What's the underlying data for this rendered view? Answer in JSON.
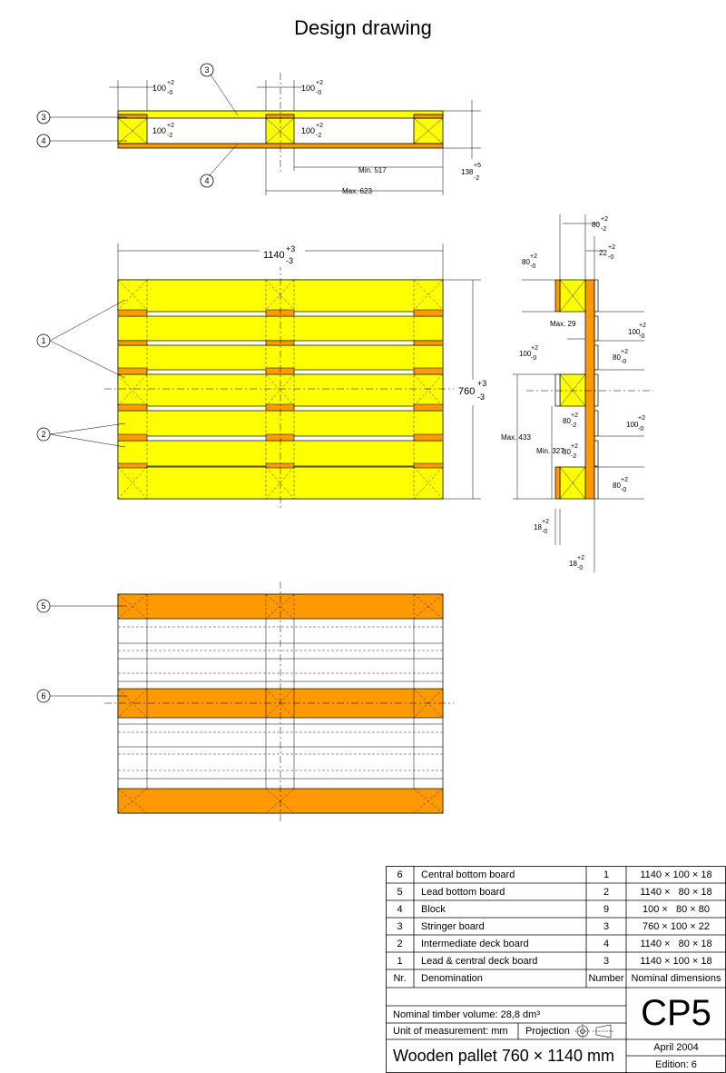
{
  "title": "Design drawing",
  "colors": {
    "deck": "#ffff00",
    "stringer": "#ff9900",
    "bottom": "#ff9900",
    "line": "#000000"
  },
  "callouts": [
    "1",
    "2",
    "3",
    "4",
    "5",
    "6"
  ],
  "side_view": {
    "dims": {
      "top_left": "100",
      "top_mid": "100",
      "mid_left": "100",
      "mid_mid": "100",
      "min517": "Min. 517",
      "max623": "Max. 623",
      "height": "138"
    },
    "tol": {
      "p2": "+2",
      "m0": "-0",
      "m2": "-2",
      "p5": "+5"
    }
  },
  "top_view": {
    "width_dim": "1140",
    "height_dim": "760",
    "tol": {
      "p3": "+3",
      "m3": "-3"
    }
  },
  "section_view": {
    "dims": {
      "a80": "80",
      "a22": "22",
      "a80b": "80",
      "max29": "Max. 29",
      "a100": "100",
      "a100b": "100",
      "a80c": "80",
      "max433": "Max. 433",
      "min327": "Min. 327",
      "a80d": "80",
      "a80e": "80",
      "a100c": "100",
      "a80f": "80",
      "a18": "18",
      "a18b": "18"
    },
    "tol": {
      "p2": "+2",
      "m0": "-0",
      "m2": "-2"
    }
  },
  "parts_table": {
    "rows": [
      {
        "nr": "6",
        "name": "Central bottom board",
        "number": "1",
        "dims": "1140 × 100 × 18"
      },
      {
        "nr": "5",
        "name": "Lead bottom board",
        "number": "2",
        "dims": "1140 ×   80 × 18"
      },
      {
        "nr": "4",
        "name": "Block",
        "number": "9",
        "dims": "100 ×   80 × 80"
      },
      {
        "nr": "3",
        "name": "Stringer board",
        "number": "3",
        "dims": "760 × 100 × 22"
      },
      {
        "nr": "2",
        "name": "Intermediate deck board",
        "number": "4",
        "dims": "1140 ×   80 × 18"
      },
      {
        "nr": "1",
        "name": "Lead & central deck board",
        "number": "3",
        "dims": "1140 × 100 × 18"
      }
    ],
    "header": {
      "nr": "Nr.",
      "name": "Denomination",
      "number": "Number",
      "dims": "Nominal dimensions"
    }
  },
  "title_block": {
    "volume": "Nominal timber volume: 28,8 dm³",
    "unit": "Unit of measurement: mm",
    "projection": "Projection",
    "pallet": "Wooden pallet 760 × 1140 mm",
    "code": "CP5",
    "date": "April 2004",
    "edition": "Edition: 6"
  }
}
